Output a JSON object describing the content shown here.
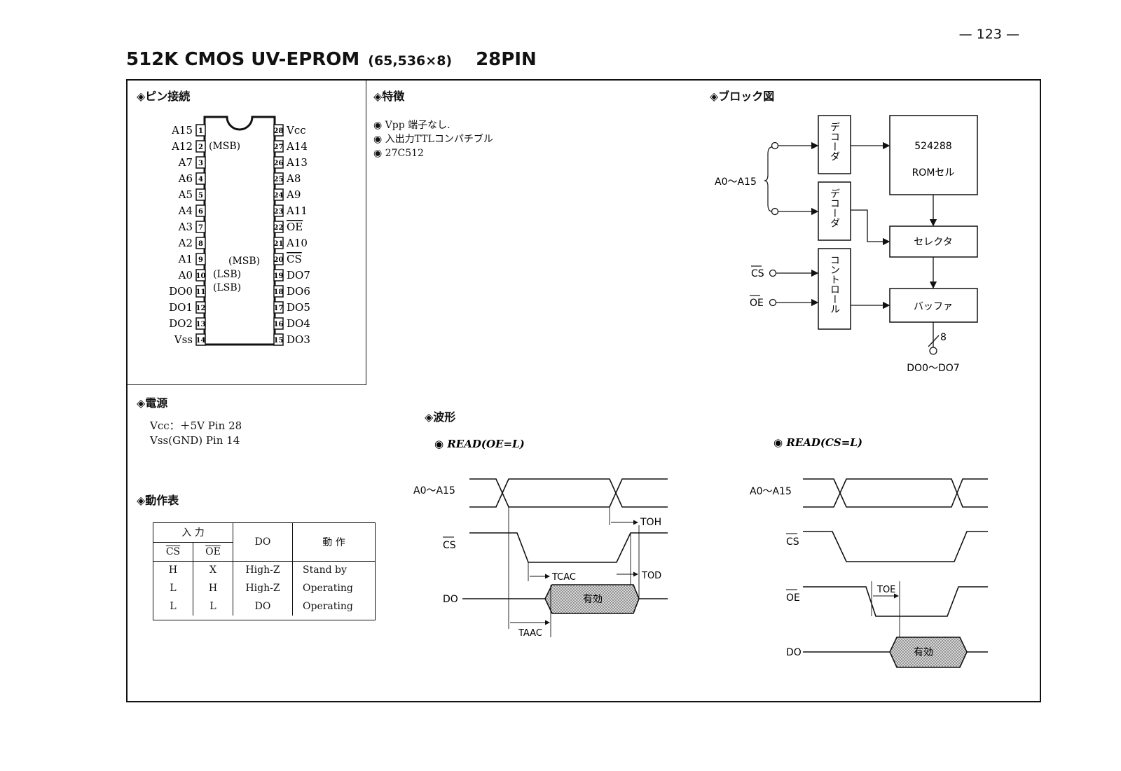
{
  "page_number": "— 123 —",
  "title": {
    "main": "512K CMOS UV-EPROM",
    "sub": "(65,536×8)",
    "pins": "28PIN"
  },
  "sections": {
    "pinout": "◈ピン接続",
    "features": "◈特徴",
    "block": "◈ブロック図",
    "power": "◈電源",
    "waveform": "◈波形",
    "operation": "◈動作表"
  },
  "pinout": {
    "left": [
      {
        "num": "1",
        "name": "A15"
      },
      {
        "num": "2",
        "name": "A12"
      },
      {
        "num": "3",
        "name": "A7"
      },
      {
        "num": "4",
        "name": "A6"
      },
      {
        "num": "5",
        "name": "A5"
      },
      {
        "num": "6",
        "name": "A4"
      },
      {
        "num": "7",
        "name": "A3"
      },
      {
        "num": "8",
        "name": "A2"
      },
      {
        "num": "9",
        "name": "A1"
      },
      {
        "num": "10",
        "name": "A0"
      },
      {
        "num": "11",
        "name": "DO0"
      },
      {
        "num": "12",
        "name": "DO1"
      },
      {
        "num": "13",
        "name": "DO2"
      },
      {
        "num": "14",
        "name": "Vss"
      }
    ],
    "right": [
      {
        "num": "28",
        "name": "Vcc"
      },
      {
        "num": "27",
        "name": "A14"
      },
      {
        "num": "26",
        "name": "A13"
      },
      {
        "num": "25",
        "name": "A8"
      },
      {
        "num": "24",
        "name": "A9"
      },
      {
        "num": "23",
        "name": "A11"
      },
      {
        "num": "22",
        "name": "OE"
      },
      {
        "num": "21",
        "name": "A10"
      },
      {
        "num": "20",
        "name": "CS"
      },
      {
        "num": "19",
        "name": "DO7"
      },
      {
        "num": "18",
        "name": "DO6"
      },
      {
        "num": "17",
        "name": "DO5"
      },
      {
        "num": "16",
        "name": "DO4"
      },
      {
        "num": "15",
        "name": "DO3"
      }
    ],
    "msb_top": "(MSB)",
    "msb_mid": "(MSB)",
    "lsb_a": "(LSB)",
    "lsb_b": "(LSB)"
  },
  "features": [
    "Vpp 端子なし.",
    "入出力TTLコンパチブル",
    "27C512"
  ],
  "block": {
    "decoder": "デコーダ",
    "control": "コントロール",
    "rom_size": "524288",
    "rom_label": "ROMセル",
    "selector": "セレクタ",
    "buffer": "バッファ",
    "addr_in": "A0～A15",
    "cs": "CS",
    "oe": "OE",
    "bus_width": "8",
    "out": "DO0～DO7"
  },
  "power": {
    "vcc": "Vcc：＋5V Pin 28",
    "vss": "Vss(GND) Pin 14"
  },
  "waveforms": {
    "left_title": "READ(OE=L)",
    "right_title": "READ(CS=L)",
    "addr": "A0～A15",
    "cs": "CS",
    "oe": "OE",
    "do": "DO",
    "valid": "有効",
    "toh": "TOH",
    "tcac": "TCAC",
    "tod": "TOD",
    "taac": "TAAC",
    "toe": "TOE"
  },
  "operation_table": {
    "input_header": "入 力",
    "col_cs": "CS",
    "col_oe": "OE",
    "col_do": "DO",
    "col_action": "動 作",
    "rows": [
      {
        "cs": "H",
        "oe": "X",
        "do": "High-Z",
        "action": "Stand by"
      },
      {
        "cs": "L",
        "oe": "H",
        "do": "High-Z",
        "action": "Operating"
      },
      {
        "cs": "L",
        "oe": "L",
        "do": "DO",
        "action": "Operating"
      }
    ]
  }
}
